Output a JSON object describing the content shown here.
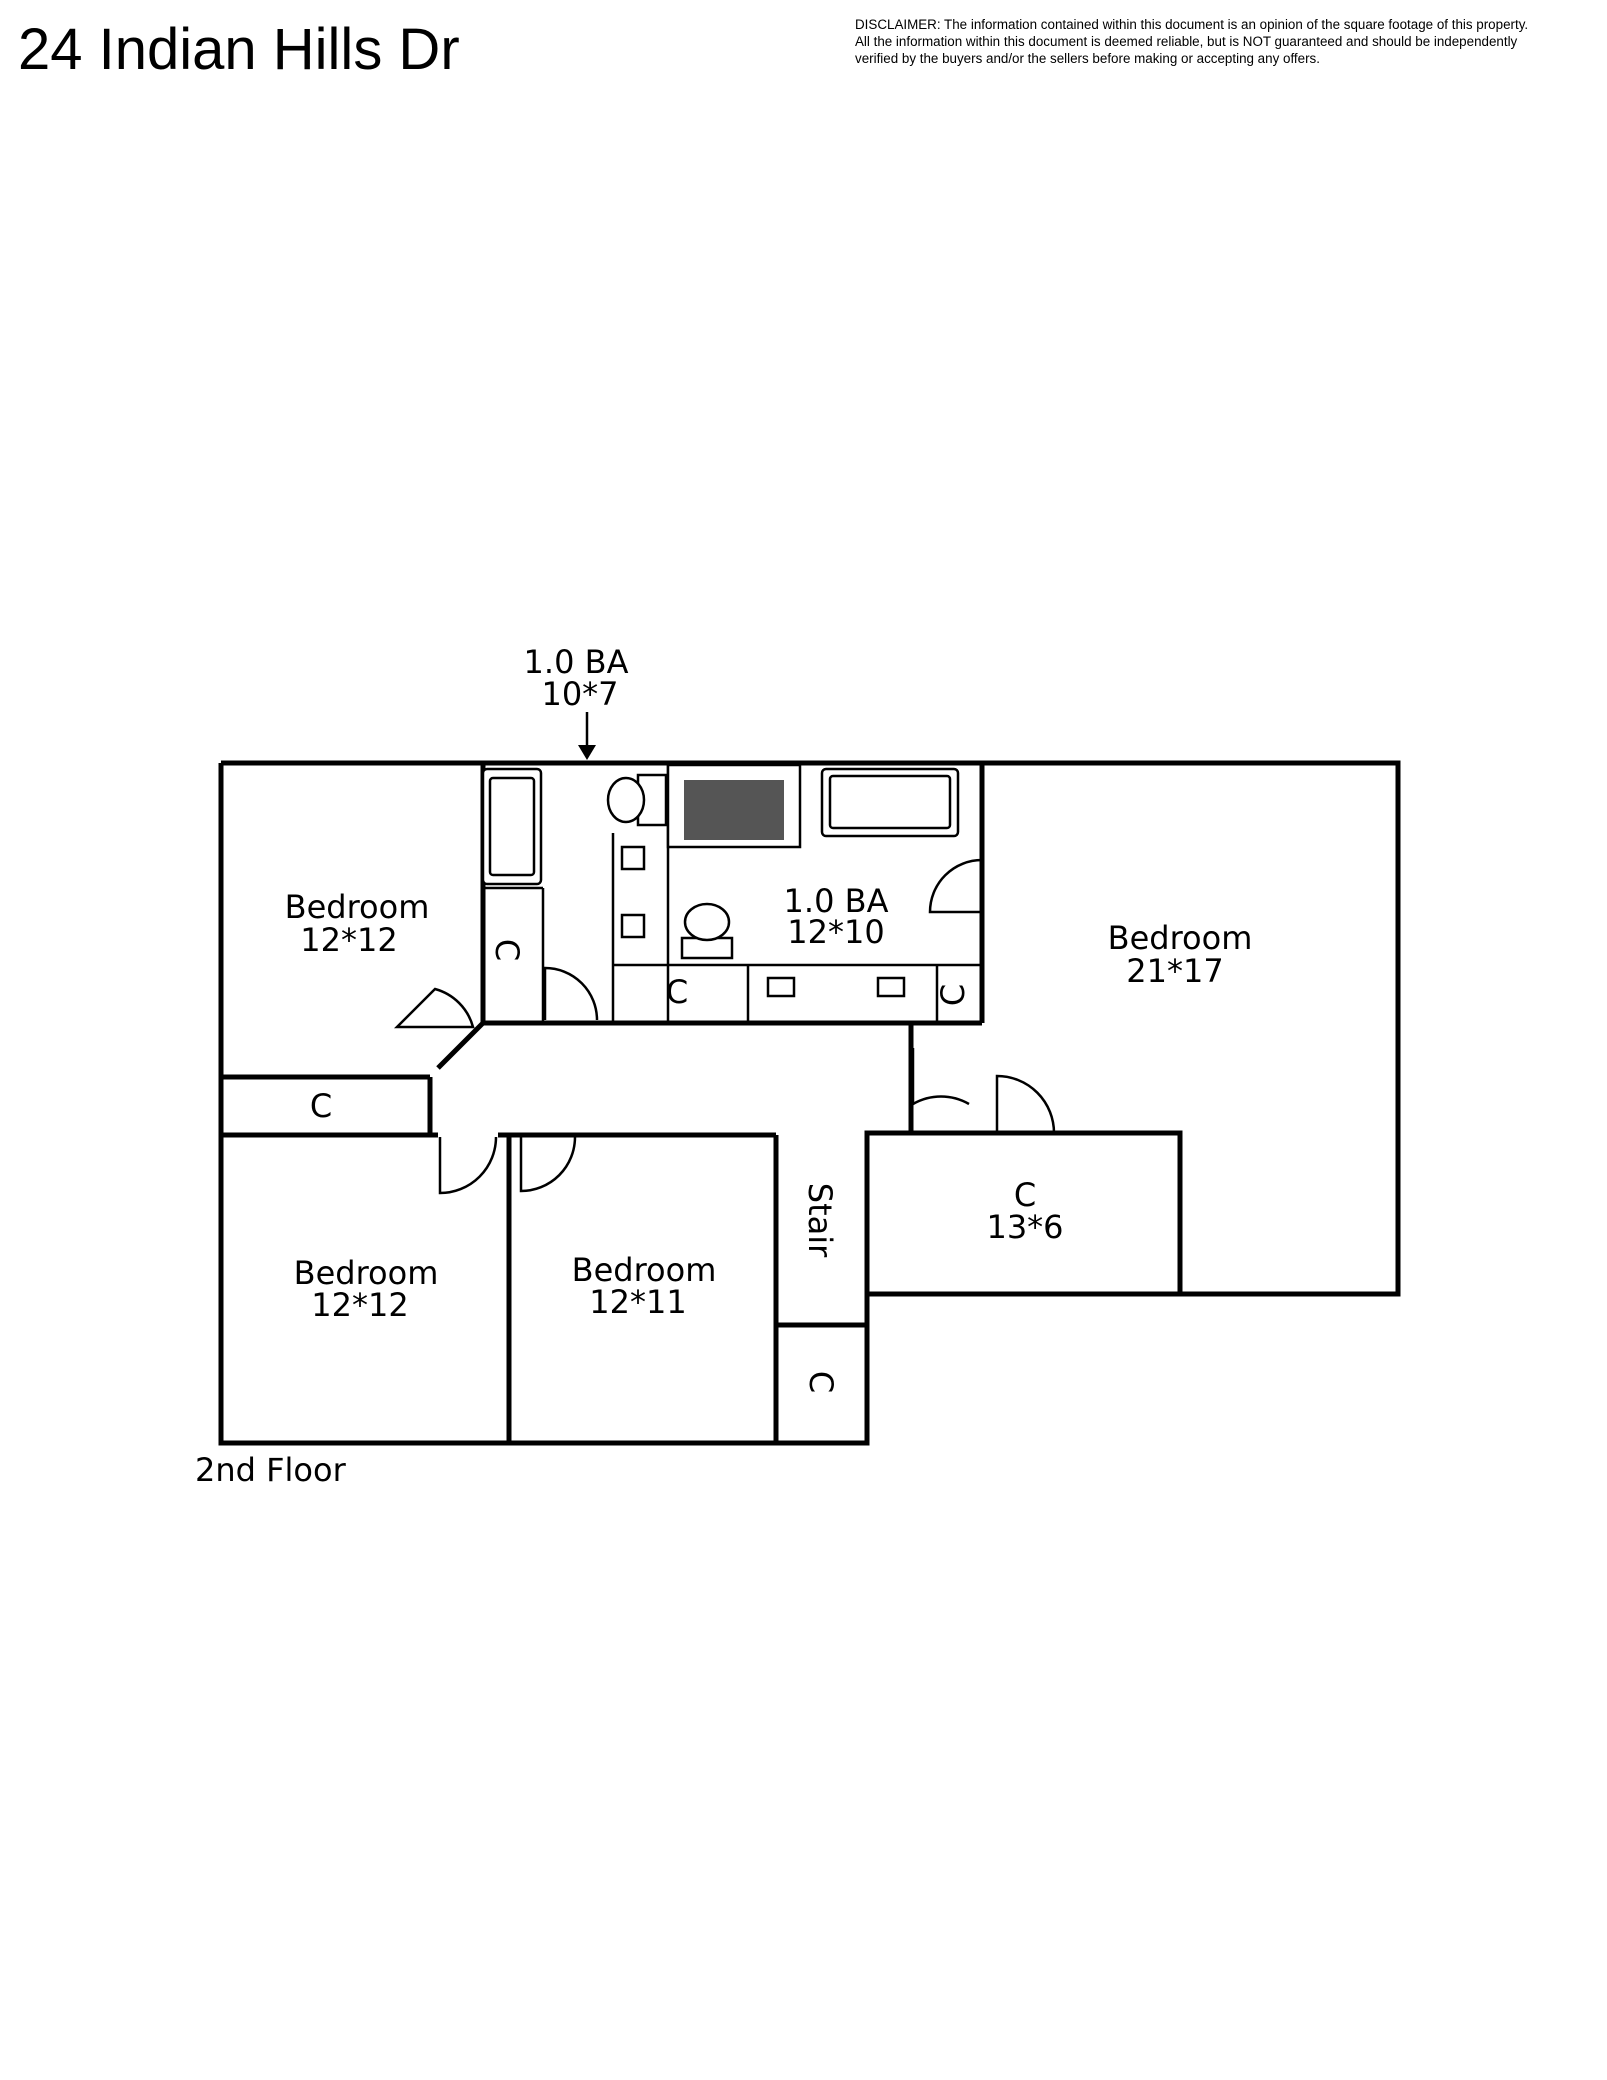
{
  "header": {
    "title": "24 Indian Hills Dr",
    "disclaimer": [
      "DISCLAIMER: The information contained within this document is an opinion of the square footage of this property.",
      "All the information within this document is deemed reliable, but is NOT guaranteed and should be independently",
      "verified by the buyers and/or the sellers before making or accepting any offers."
    ]
  },
  "floorplan": {
    "floor_label": "2nd Floor",
    "rooms": {
      "bath_hall": {
        "name": "1.0 BA",
        "dims": "10*7"
      },
      "bath_master": {
        "name": "1.0 BA",
        "dims": "12*10"
      },
      "bedroom_nw": {
        "name": "Bedroom",
        "dims": "12*12"
      },
      "bedroom_master": {
        "name": "Bedroom",
        "dims": "21*17"
      },
      "bedroom_sw": {
        "name": "Bedroom",
        "dims": "12*12"
      },
      "bedroom_s": {
        "name": "Bedroom",
        "dims": "12*11"
      },
      "closet_walkin": {
        "name": "C",
        "dims": "13*6"
      },
      "stair": {
        "name": "Stair"
      },
      "closet_label": "C"
    }
  }
}
